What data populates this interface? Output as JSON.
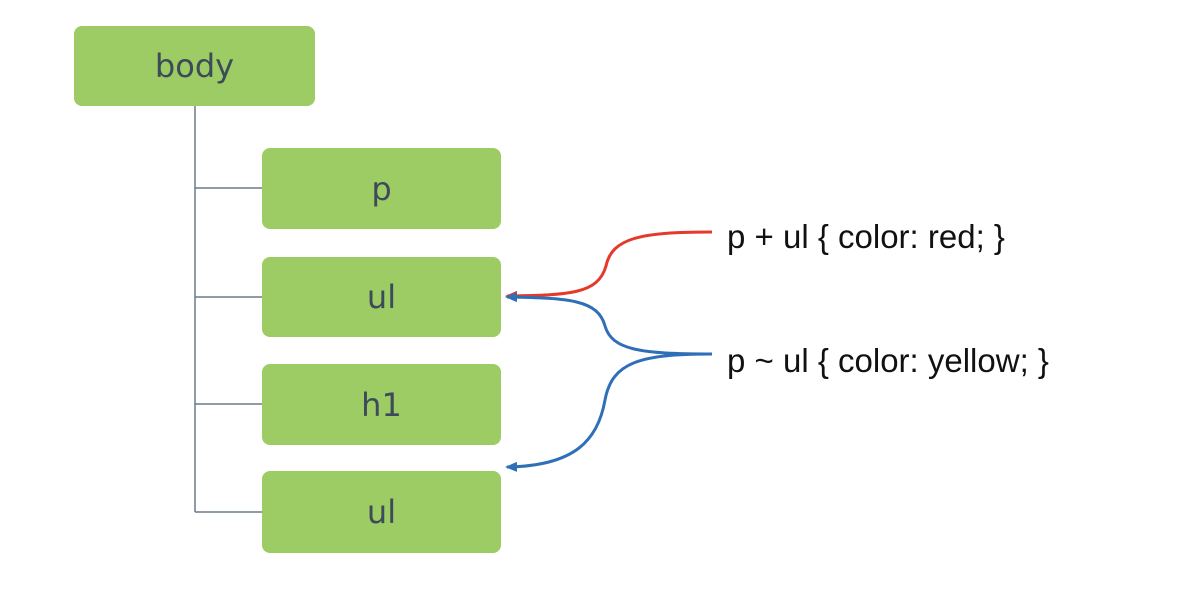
{
  "tree": {
    "root": {
      "label": "body"
    },
    "children": [
      {
        "label": "p"
      },
      {
        "label": "ul"
      },
      {
        "label": "h1"
      },
      {
        "label": "ul"
      }
    ]
  },
  "rules": [
    {
      "text": "p + ul { color: red; }",
      "color": "#e5392c"
    },
    {
      "text": "p ~ ul { color: yellow; }",
      "color": "#2f6fb8"
    }
  ],
  "colors": {
    "node_fill": "#9dcb64",
    "node_text": "#3c4a5a",
    "tree_line": "#6b7a8c"
  }
}
